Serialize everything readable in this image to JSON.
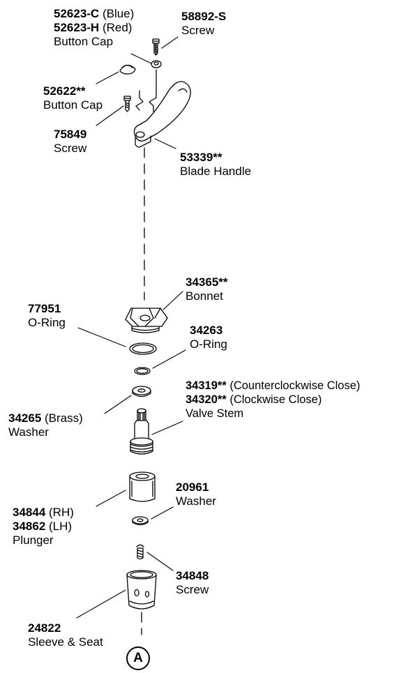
{
  "parts": [
    {
      "id": "p52623",
      "lines": [
        {
          "bold": "52623-C",
          "text": " (Blue)"
        },
        {
          "bold": "52623-H",
          "text": " (Red)"
        },
        {
          "bold": "",
          "text": "Button Cap"
        }
      ]
    },
    {
      "id": "p58892",
      "lines": [
        {
          "bold": "58892-S",
          "text": ""
        },
        {
          "bold": "",
          "text": "Screw"
        }
      ]
    },
    {
      "id": "p52622",
      "lines": [
        {
          "bold": "52622**",
          "text": ""
        },
        {
          "bold": "",
          "text": "Button Cap"
        }
      ]
    },
    {
      "id": "p75849",
      "lines": [
        {
          "bold": "75849",
          "text": ""
        },
        {
          "bold": "",
          "text": "Screw"
        }
      ]
    },
    {
      "id": "p53339",
      "lines": [
        {
          "bold": "53339**",
          "text": ""
        },
        {
          "bold": "",
          "text": "Blade Handle"
        }
      ]
    },
    {
      "id": "p34365",
      "lines": [
        {
          "bold": "34365**",
          "text": ""
        },
        {
          "bold": "",
          "text": "Bonnet"
        }
      ]
    },
    {
      "id": "p77951",
      "lines": [
        {
          "bold": "77951",
          "text": ""
        },
        {
          "bold": "",
          "text": "O-Ring"
        }
      ]
    },
    {
      "id": "p34263",
      "lines": [
        {
          "bold": "34263",
          "text": ""
        },
        {
          "bold": "",
          "text": "O-Ring"
        }
      ]
    },
    {
      "id": "p34319",
      "lines": [
        {
          "bold": "34319**",
          "text": " (Counterclockwise Close)"
        },
        {
          "bold": "34320**",
          "text": " (Clockwise Close)"
        },
        {
          "bold": "",
          "text": "Valve Stem"
        }
      ]
    },
    {
      "id": "p34265",
      "lines": [
        {
          "bold": "34265",
          "text": " (Brass)"
        },
        {
          "bold": "",
          "text": "Washer"
        }
      ]
    },
    {
      "id": "p20961",
      "lines": [
        {
          "bold": "20961",
          "text": ""
        },
        {
          "bold": "",
          "text": "Washer"
        }
      ]
    },
    {
      "id": "p34844",
      "lines": [
        {
          "bold": "34844",
          "text": " (RH)"
        },
        {
          "bold": "34862",
          "text": " (LH)"
        },
        {
          "bold": "",
          "text": "Plunger"
        }
      ]
    },
    {
      "id": "p34848",
      "lines": [
        {
          "bold": "34848",
          "text": ""
        },
        {
          "bold": "",
          "text": "Screw"
        }
      ]
    },
    {
      "id": "p24822",
      "lines": [
        {
          "bold": "24822",
          "text": ""
        },
        {
          "bold": "",
          "text": "Sleeve & Seat"
        }
      ]
    }
  ],
  "reference_marker": "A"
}
